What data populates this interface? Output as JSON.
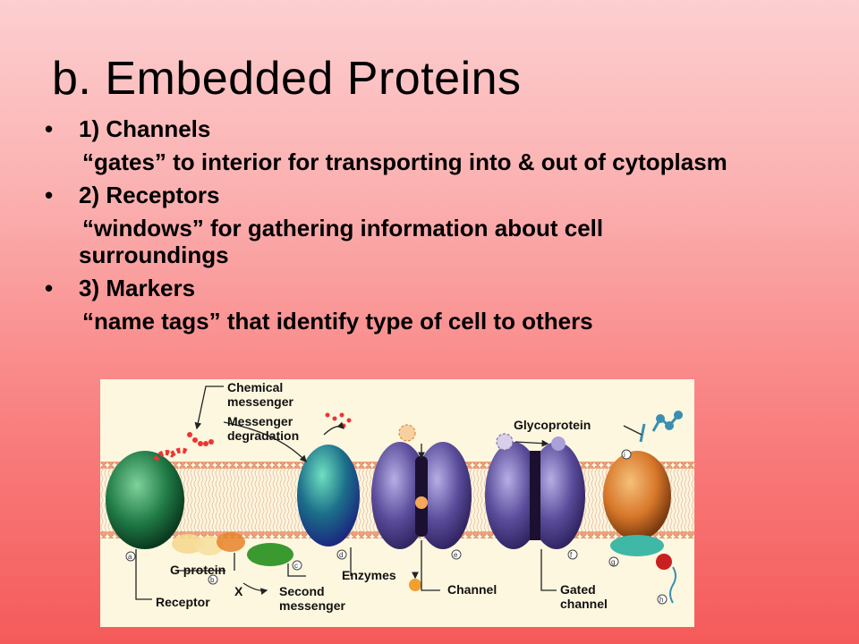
{
  "slide": {
    "title": "b. Embedded Proteins",
    "bullet_char": "•",
    "items": [
      {
        "heading": "1) Channels",
        "description": "“gates” to interior for transporting into & out of cytoplasm"
      },
      {
        "heading": "2) Receptors",
        "description": "“windows” for gathering information about cell surroundings"
      },
      {
        "heading": "3) Markers",
        "description": "“name tags” that identify type of cell to others"
      }
    ]
  },
  "figure": {
    "labels": {
      "chemical_messenger_1": "Chemical",
      "chemical_messenger_2": "messenger",
      "messenger_degradation_1": "Messenger",
      "messenger_degradation_2": "degradation",
      "glycoprotein": "Glycoprotein",
      "g_protein": "G protein",
      "x": "X",
      "receptor": "Receptor",
      "second_messenger_1": "Second",
      "second_messenger_2": "messenger",
      "enzymes": "Enzymes",
      "channel": "Channel",
      "gated_channel_1": "Gated",
      "gated_channel_2": "channel"
    },
    "markers": [
      "a",
      "b",
      "c",
      "d",
      "e",
      "f",
      "g",
      "h",
      "i"
    ],
    "colors": {
      "membrane_head": "#f2a07a",
      "receptor_protein": "#1f7a45",
      "enzyme_protein": "#1c6f8a",
      "channel_protein": "#5a4c9a",
      "marker_protein": "#d7772a",
      "glycoprotein_chain": "#3a8fb0"
    }
  }
}
